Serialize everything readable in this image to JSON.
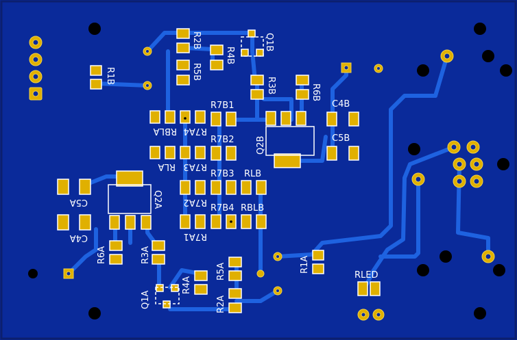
{
  "colors": {
    "board": "#0a2a9a",
    "board_edge": "#0c1f6e",
    "trace": "#1e62e0",
    "pad": "#e0b000",
    "pad_edge": "#f2d24a",
    "silk": "#ffffff",
    "hole": "#000000"
  },
  "labels": {
    "r2b": "R2B",
    "r4b": "R4B",
    "q1b": "Q1B",
    "r5b": "R5B",
    "r1b": "R1B",
    "r3b": "R3B",
    "r6b": "R6B",
    "r7b1": "R7B1",
    "c4b": "C4B",
    "rbla": "RBLA",
    "r7a4": "R7A4",
    "q2b": "Q2B",
    "r7b2": "R7B2",
    "c5b": "C5B",
    "rla": "RLA",
    "r7a3": "R7A3",
    "r7b3": "R7B3",
    "rlb": "RLB",
    "c5a": "C5A",
    "q2a": "Q2A",
    "r7a2": "R7A2",
    "r7b4": "R7B4",
    "rblb": "RBLB",
    "c4a": "C4A",
    "r7a1": "R7A1",
    "r6a": "R6A",
    "r3a": "R3A",
    "r1a": "R1A",
    "r5a": "R5A",
    "r4a": "R4A",
    "rled": "RLED",
    "q1a": "Q1A",
    "r2a": "R2A"
  }
}
